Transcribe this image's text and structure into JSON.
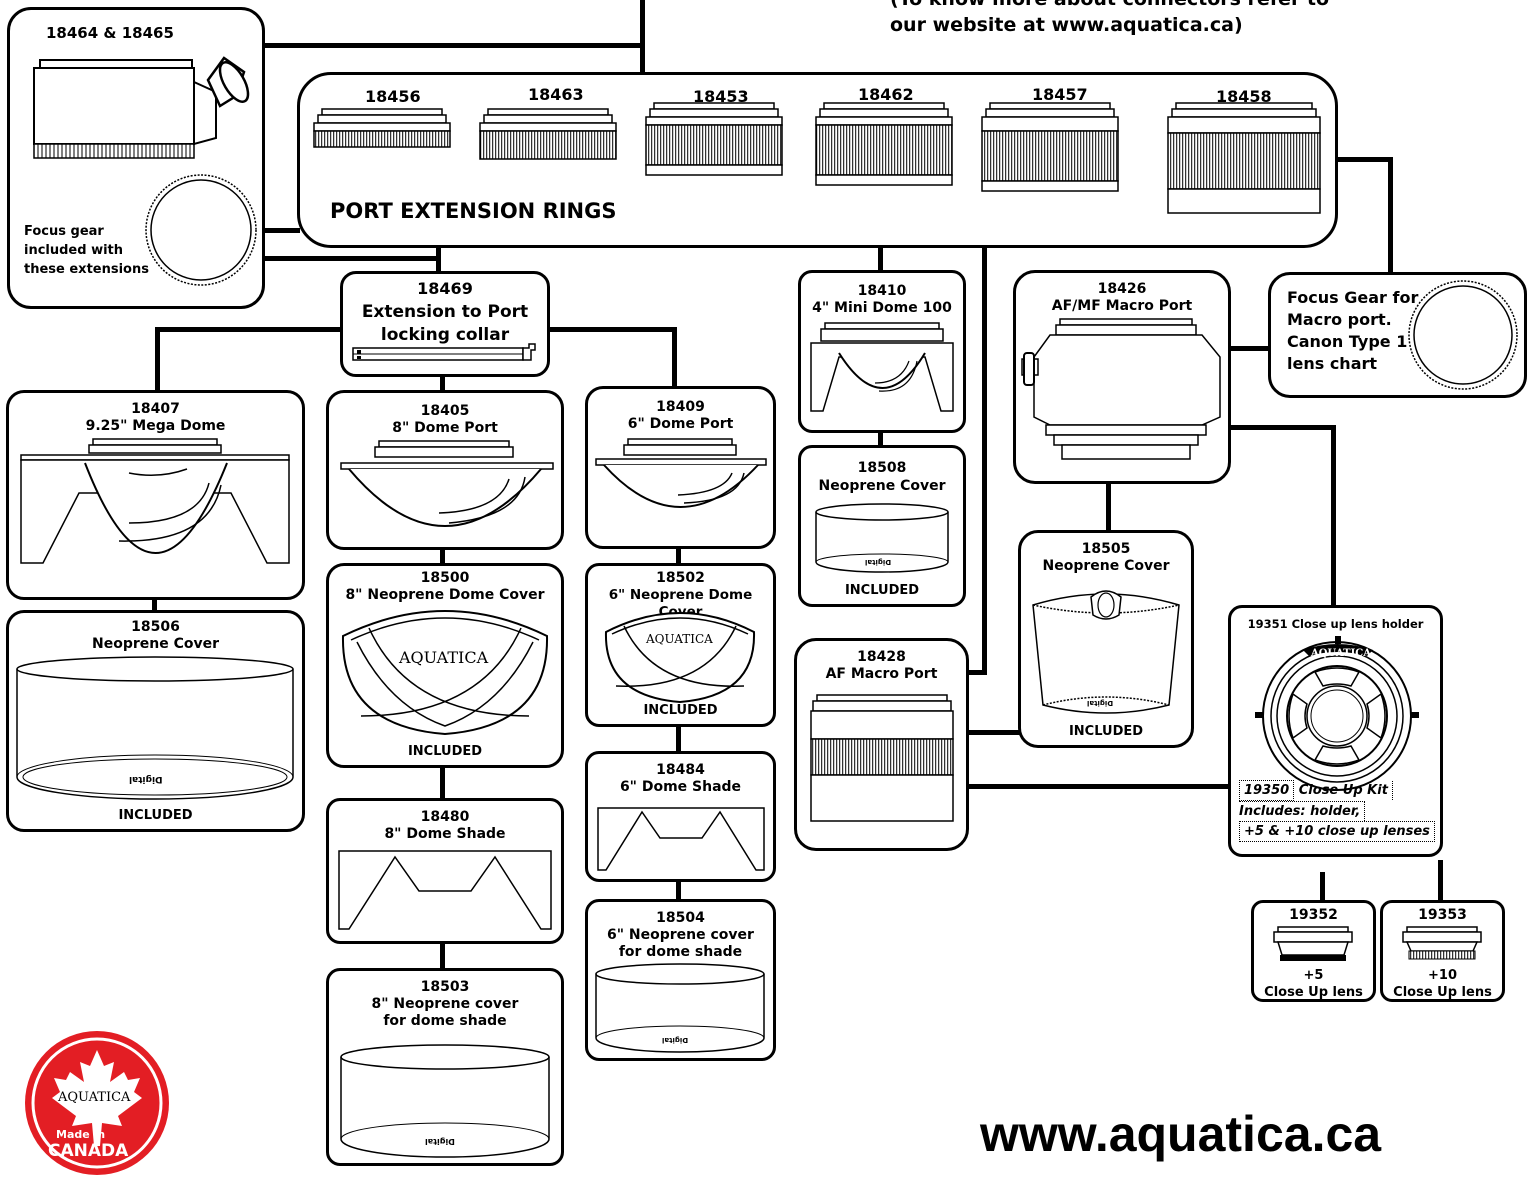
{
  "header": {
    "note_line1": "(To know more about connectors refer to",
    "note_line2": "our website at www.aquatica.ca)"
  },
  "ext_box": {
    "code": "18464 & 18465",
    "note_l1": "Focus gear",
    "note_l2": "included with",
    "note_l3": "these extensions"
  },
  "rings": {
    "title": "PORT EXTENSION RINGS",
    "items": [
      {
        "code": "18456"
      },
      {
        "code": "18463"
      },
      {
        "code": "18453"
      },
      {
        "code": "18462"
      },
      {
        "code": "18457"
      },
      {
        "code": "18458"
      }
    ]
  },
  "collar": {
    "code": "18469",
    "l1": "Extension to Port",
    "l2": "locking collar"
  },
  "mega": {
    "code": "18407",
    "name": "9.25\" Mega Dome"
  },
  "mega_cover": {
    "code": "18506",
    "name": "Neoprene Cover",
    "included": "INCLUDED"
  },
  "dome8": {
    "code": "18405",
    "name": "8\" Dome Port"
  },
  "dome8_cover": {
    "code": "18500",
    "name": "8\" Neoprene Dome Cover",
    "included": "INCLUDED"
  },
  "dome8_shade": {
    "code": "18480",
    "name": "8\" Dome Shade"
  },
  "dome8_shade_cover": {
    "code": "18503",
    "l1": "8\"  Neoprene cover",
    "l2": "for dome shade"
  },
  "dome6": {
    "code": "18409",
    "name": "6\" Dome Port"
  },
  "dome6_cover": {
    "code": "18502",
    "name": "6\" Neoprene Dome Cover",
    "included": "INCLUDED"
  },
  "dome6_shade": {
    "code": "18484",
    "name": "6\" Dome Shade"
  },
  "dome6_shade_cover": {
    "code": "18504",
    "l1": "6\"  Neoprene cover",
    "l2": "for dome shade"
  },
  "mini": {
    "code": "18410",
    "name": "4\" Mini Dome 100"
  },
  "mini_cover": {
    "code": "18508",
    "name": "Neoprene Cover",
    "included": "INCLUDED"
  },
  "afmf": {
    "code": "18426",
    "name": "AF/MF Macro Port"
  },
  "afmf_cover": {
    "code": "18505",
    "name": "Neoprene Cover",
    "included": "INCLUDED"
  },
  "afmacro": {
    "code": "18428",
    "name": "AF Macro Port"
  },
  "focusgear": {
    "l1": "Focus Gear for",
    "l2": "Macro port.",
    "l3": "Canon Type 1",
    "l4": "lens chart"
  },
  "closeup": {
    "holder": "19351 Close up lens holder",
    "kit_code": "19350",
    "kit_l1": "Close Up Kit",
    "kit_l2": "Includes: holder,",
    "kit_l3": "+5 & +10 close up lenses"
  },
  "lens5": {
    "code": "19352",
    "power": "+5",
    "name": "Close Up lens"
  },
  "lens10": {
    "code": "19353",
    "power": "+10",
    "name": "Close Up lens"
  },
  "brand": {
    "name": "AQUATICA",
    "digital": "Digital",
    "made": "Made in",
    "country": "CANADA",
    "url": "www.aquatica.ca"
  },
  "colors": {
    "badge_red": "#e31e24",
    "line": "#000000"
  }
}
